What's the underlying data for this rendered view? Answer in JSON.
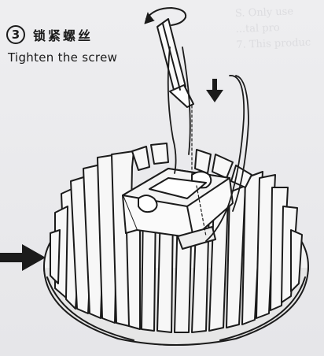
{
  "step": {
    "number": "3",
    "title_cn": "锁紧螺丝",
    "title_en": "Tighten the screw"
  },
  "ghost_text": [
    "S. Only use",
    "...tal pro",
    "7. This produc"
  ],
  "icons": [
    "rotation-arrow-icon",
    "down-arrow-icon",
    "right-arrow-icon"
  ],
  "colors": {
    "ink": "#1b1b1b",
    "paper": "#e9e9ec"
  }
}
